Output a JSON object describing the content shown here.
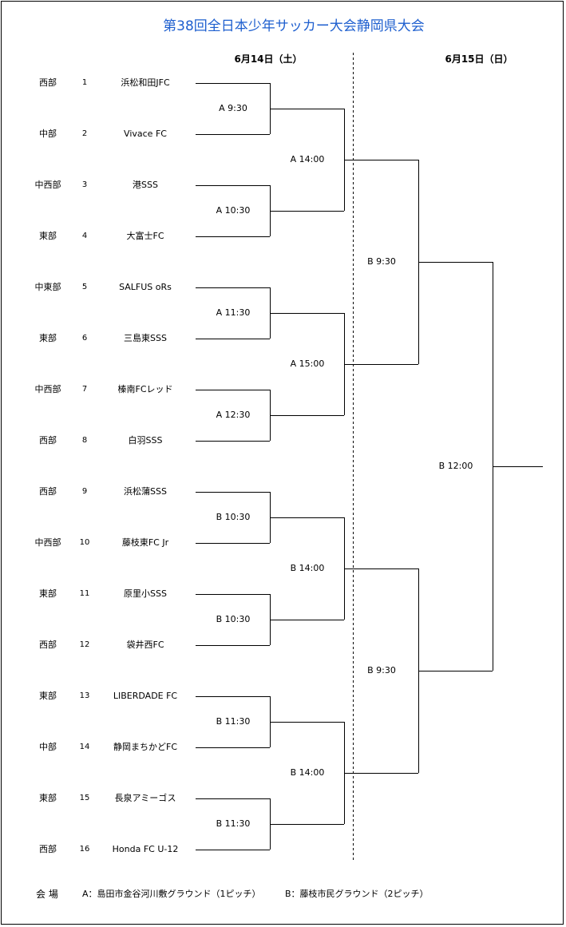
{
  "title": "第38回全日本少年サッカー大会静岡県大会",
  "dates": {
    "day1": "6月14日（土）",
    "day2": "6月15日（日）"
  },
  "teams": [
    {
      "region": "西部",
      "seed": "1",
      "name": "浜松和田JFC"
    },
    {
      "region": "中部",
      "seed": "2",
      "name": "Vivace  FC"
    },
    {
      "region": "中西部",
      "seed": "3",
      "name": "港SSS"
    },
    {
      "region": "東部",
      "seed": "4",
      "name": "大富士FC"
    },
    {
      "region": "中東部",
      "seed": "5",
      "name": "SALFUS  oRs"
    },
    {
      "region": "東部",
      "seed": "6",
      "name": "三島東SSS"
    },
    {
      "region": "中西部",
      "seed": "7",
      "name": "榛南FCレッド"
    },
    {
      "region": "西部",
      "seed": "8",
      "name": "白羽SSS"
    },
    {
      "region": "西部",
      "seed": "9",
      "name": "浜松蒲SSS"
    },
    {
      "region": "中西部",
      "seed": "10",
      "name": "藤枝東FC Jr"
    },
    {
      "region": "東部",
      "seed": "11",
      "name": "原里小SSS"
    },
    {
      "region": "西部",
      "seed": "12",
      "name": "袋井西FC"
    },
    {
      "region": "東部",
      "seed": "13",
      "name": "LIBERDADE FC"
    },
    {
      "region": "中部",
      "seed": "14",
      "name": "静岡まちかどFC"
    },
    {
      "region": "東部",
      "seed": "15",
      "name": "長泉アミーゴス"
    },
    {
      "region": "西部",
      "seed": "16",
      "name": "Honda FC U-12"
    }
  ],
  "round1": [
    "A 9:30",
    "A 10:30",
    "A 11:30",
    "A 12:30",
    "B 10:30",
    "B 10:30",
    "B 11:30",
    "B 11:30"
  ],
  "round2": [
    "A 14:00",
    "A 15:00",
    "B 14:00",
    "B 14:00"
  ],
  "semifinal": [
    "B 9:30",
    "B 9:30"
  ],
  "final": "B 12:00",
  "venue": {
    "label": "会 場",
    "a": "A：島田市金谷河川敷グラウンド（1ピッチ）",
    "b": "B：藤枝市民グラウンド（2ピッチ）"
  },
  "colors": {
    "title": "#1e5fcf",
    "line": "#000000"
  }
}
